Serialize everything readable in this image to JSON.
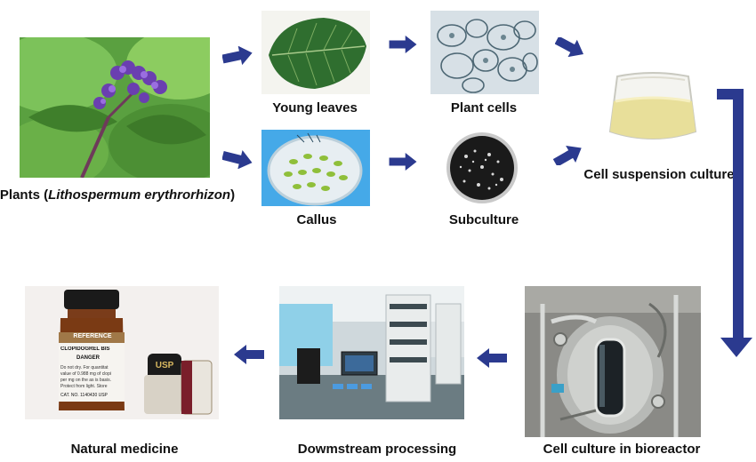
{
  "labels": {
    "plants_prefix": "Plants (",
    "plants_species": "Lithospermum erythrorhizon",
    "plants_suffix": ")",
    "young_leaves": "Young leaves",
    "plant_cells": "Plant cells",
    "callus": "Callus",
    "subculture": "Subculture",
    "cell_suspension": "Cell suspension culture",
    "bioreactor": "Cell culture in bioreactor",
    "downstream": "Dowmstream processing",
    "natural_medicine": "Natural medicine"
  },
  "bottle_text": {
    "reference": "REFERENCE",
    "product": "CLOPIDOGREL BIS",
    "danger": "DANGER",
    "line1": "Do not dry. For quantitat",
    "line2": "value of 0.988 mg of clopi",
    "line3": "per mg on the as is basis.",
    "line4": "Protect from light. Store",
    "catalog": "CAT. NO. 1140430 USP",
    "cap": "USP"
  },
  "colors": {
    "arrow": "#2b3a8f",
    "label": "#111111"
  }
}
